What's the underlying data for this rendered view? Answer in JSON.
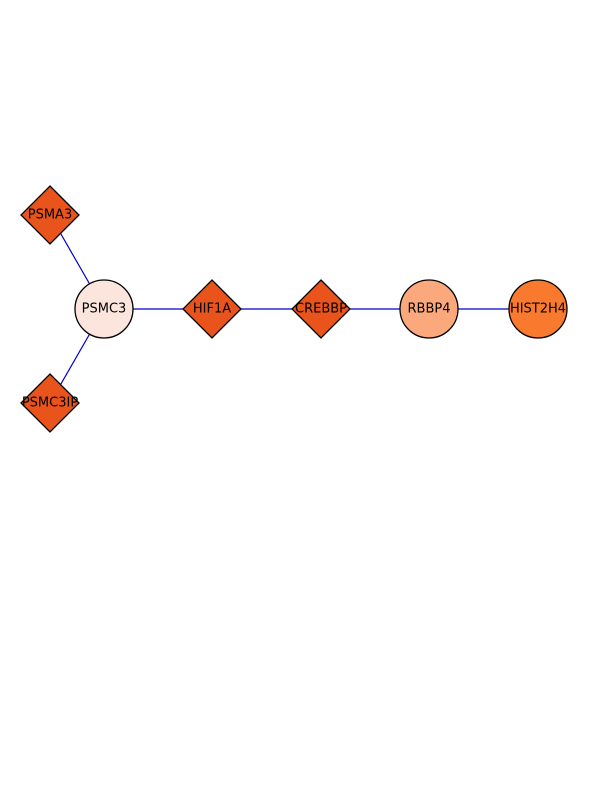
{
  "network": {
    "nodes": [
      {
        "id": "PSMA3",
        "label": "PSMA3",
        "shape": "diamond",
        "fill": "#e8541c"
      },
      {
        "id": "PSMC3",
        "label": "PSMC3",
        "shape": "circle",
        "fill": "#fbe5dc"
      },
      {
        "id": "PSMC3IP",
        "label": "PSMC3IP",
        "shape": "diamond",
        "fill": "#e8541c"
      },
      {
        "id": "HIF1A",
        "label": "HIF1A",
        "shape": "diamond",
        "fill": "#e8541c"
      },
      {
        "id": "CREBBP",
        "label": "CREBBP",
        "shape": "diamond",
        "fill": "#e8541c"
      },
      {
        "id": "RBBP4",
        "label": "RBBP4",
        "shape": "circle",
        "fill": "#fba97c"
      },
      {
        "id": "HIST2H4",
        "label": "HIST2H4",
        "shape": "circle",
        "fill": "#f97a2e"
      }
    ],
    "edges": [
      {
        "source": "PSMA3",
        "target": "PSMC3",
        "color": "#0000cc"
      },
      {
        "source": "PSMC3",
        "target": "PSMC3IP",
        "color": "#0000cc"
      },
      {
        "source": "PSMC3",
        "target": "HIF1A",
        "color": "#0000cc"
      },
      {
        "source": "HIF1A",
        "target": "CREBBP",
        "color": "#0000cc"
      },
      {
        "source": "CREBBP",
        "target": "RBBP4",
        "color": "#0000cc"
      },
      {
        "source": "RBBP4",
        "target": "HIST2H4",
        "color": "#0000cc"
      }
    ]
  }
}
